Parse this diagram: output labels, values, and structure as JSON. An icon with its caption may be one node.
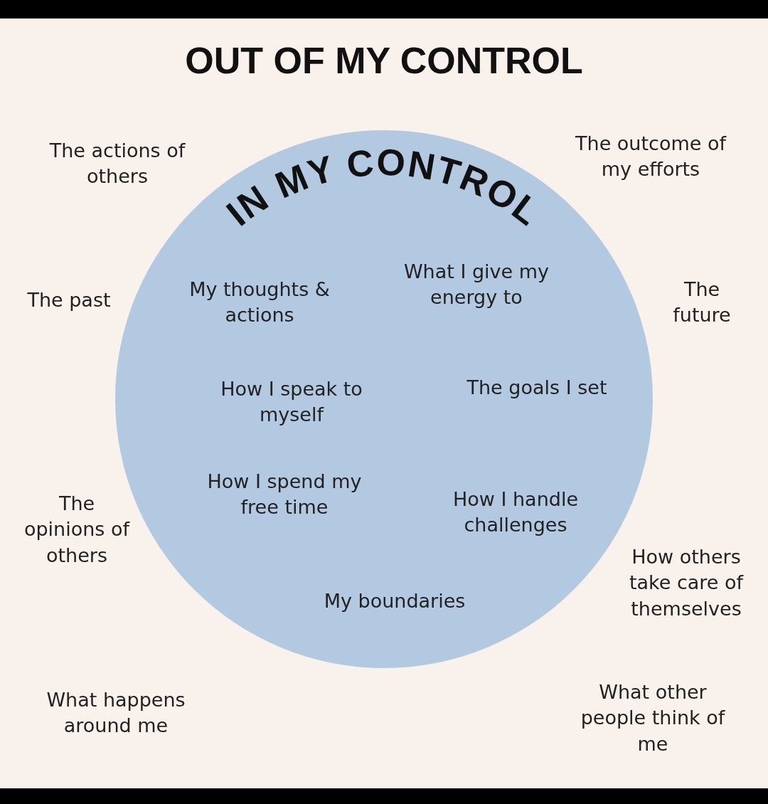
{
  "diagram": {
    "title": "OUT OF MY CONTROL",
    "nodes": [
      {
        "text": [
          "IN MY CONTROL",
          "My thoughts & actions",
          "What I give my energy to",
          "How I speak to myself",
          "The goals I set",
          "How I spend my free time",
          "How I handle challenges",
          "My boundaries"
        ]
      }
    ],
    "labels": [
      "The actions of others",
      "The outcome of my efforts",
      "The past",
      "The future",
      "The opinions of others",
      "How others take care of themselves",
      "What happens around me",
      "What other people think of me"
    ]
  }
}
